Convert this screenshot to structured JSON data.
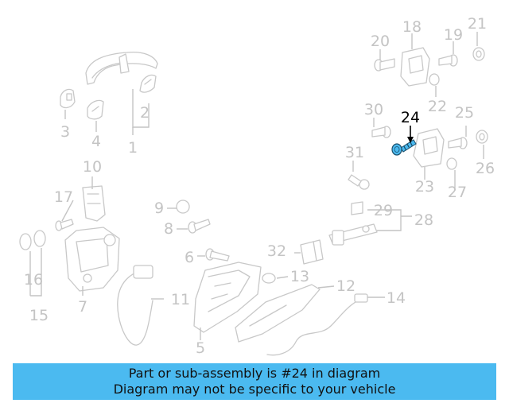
{
  "callouts": {
    "n1": "1",
    "n2": "2",
    "n3": "3",
    "n4": "4",
    "n5": "5",
    "n6": "6",
    "n7": "7",
    "n8": "8",
    "n9": "9",
    "n10": "10",
    "n11": "11",
    "n12": "12",
    "n13": "13",
    "n14": "14",
    "n15": "15",
    "n16": "16",
    "n17": "17",
    "n18": "18",
    "n19": "19",
    "n20": "20",
    "n21": "21",
    "n22": "22",
    "n23": "23",
    "n24": "24",
    "n25": "25",
    "n26": "26",
    "n27": "27",
    "n28": "28",
    "n29": "29",
    "n30": "30",
    "n31": "31",
    "n32": "32"
  },
  "highlight": {
    "part_number": "24",
    "color": "#4bbaf0"
  },
  "colors": {
    "part_outline": "#c8c8c8",
    "callout_text": "#c4c4c4",
    "highlight_text": "#000000",
    "banner_background": "#4bbaf0"
  },
  "banner": {
    "line1": "Part or sub-assembly is #24 in diagram",
    "line2": "Diagram may not be specific to your vehicle"
  }
}
